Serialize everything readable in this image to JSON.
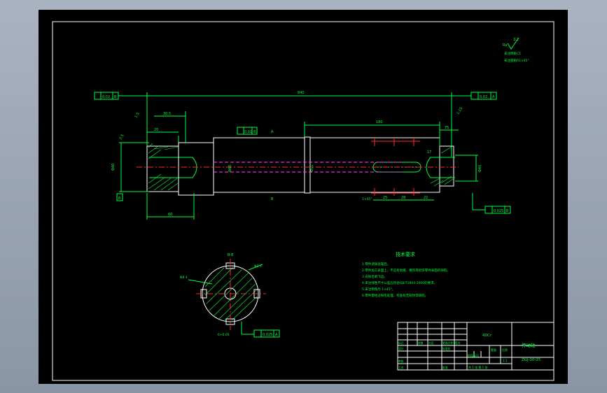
{
  "colors": {
    "background": "#000000",
    "line": "#00ff3c",
    "outline": "#ffffff",
    "center": "#ff2a2a",
    "hidden": "#ff40ff",
    "window": "#a9b3c1"
  },
  "roughness": {
    "symbol": "Ra",
    "value": "3.2",
    "note1": "未注倒角C1",
    "note2": "未注圆角R1×45°"
  },
  "dims": {
    "total": "840",
    "top_left_a": "30.5",
    "left_a": "20",
    "key_len": "180",
    "right_seg": "75",
    "bottom_left": "60",
    "key_a": "25",
    "key_b": "28",
    "key_c": "22",
    "key_d": "17",
    "left_dia": "Φ40",
    "right_dia": "Φ40",
    "mid_dia": "Φ60",
    "mid_dia2": "Φ55",
    "lb": "B",
    "la": "A",
    "ang": "1:5",
    "ang2": "1:15",
    "chamfer": "2.5",
    "spline": "1×45°"
  },
  "tolerances": {
    "left_runout": "0.02",
    "left_ref": "B",
    "right_runout": "0.02",
    "right_ref": "A",
    "mid_flat": "0.01",
    "mid_ref": "B",
    "bot_runout": "0.025",
    "bot_ref": "B",
    "sec_runout": "0.025",
    "sec_ref": "A"
  },
  "section": {
    "label": "B-B",
    "dim_left": "Φ8 4",
    "dim_right": "Φ2.5",
    "dim_bottom": "6+0.05"
  },
  "tech": {
    "title": "技术要求",
    "items": [
      "1.零件调质处理后。",
      "2.零件加工表面上，不应有划痕、擦伤等损伤零件表面的缺陷。",
      "3.去除毛刺飞边。",
      "4.未注线性尺寸公差应符合GB/T1804-2000的要求。",
      "5.未注倒角为 1×45°。",
      "6.零件需经过探伤处理，检查有无裂纹等缺陷。"
    ]
  },
  "titleblock": {
    "material": "40Cr",
    "name": "传动轴",
    "code": "ZGJ-00-25",
    "ratio": "1:1",
    "sheet": "共  1  张    第  1  张",
    "row1": [
      "标记",
      "处数",
      "分区",
      "更改文件号",
      "签名",
      "年、月、日"
    ],
    "row2": [
      "设计",
      "",
      "",
      "标准化",
      "",
      ""
    ],
    "row3": [
      "审核",
      "",
      "",
      "",
      "",
      ""
    ],
    "row4": [
      "工艺",
      "",
      "",
      "批准",
      "",
      ""
    ],
    "h_stage": "阶段标记",
    "h_weight": "重量",
    "h_ratio": "比例"
  }
}
